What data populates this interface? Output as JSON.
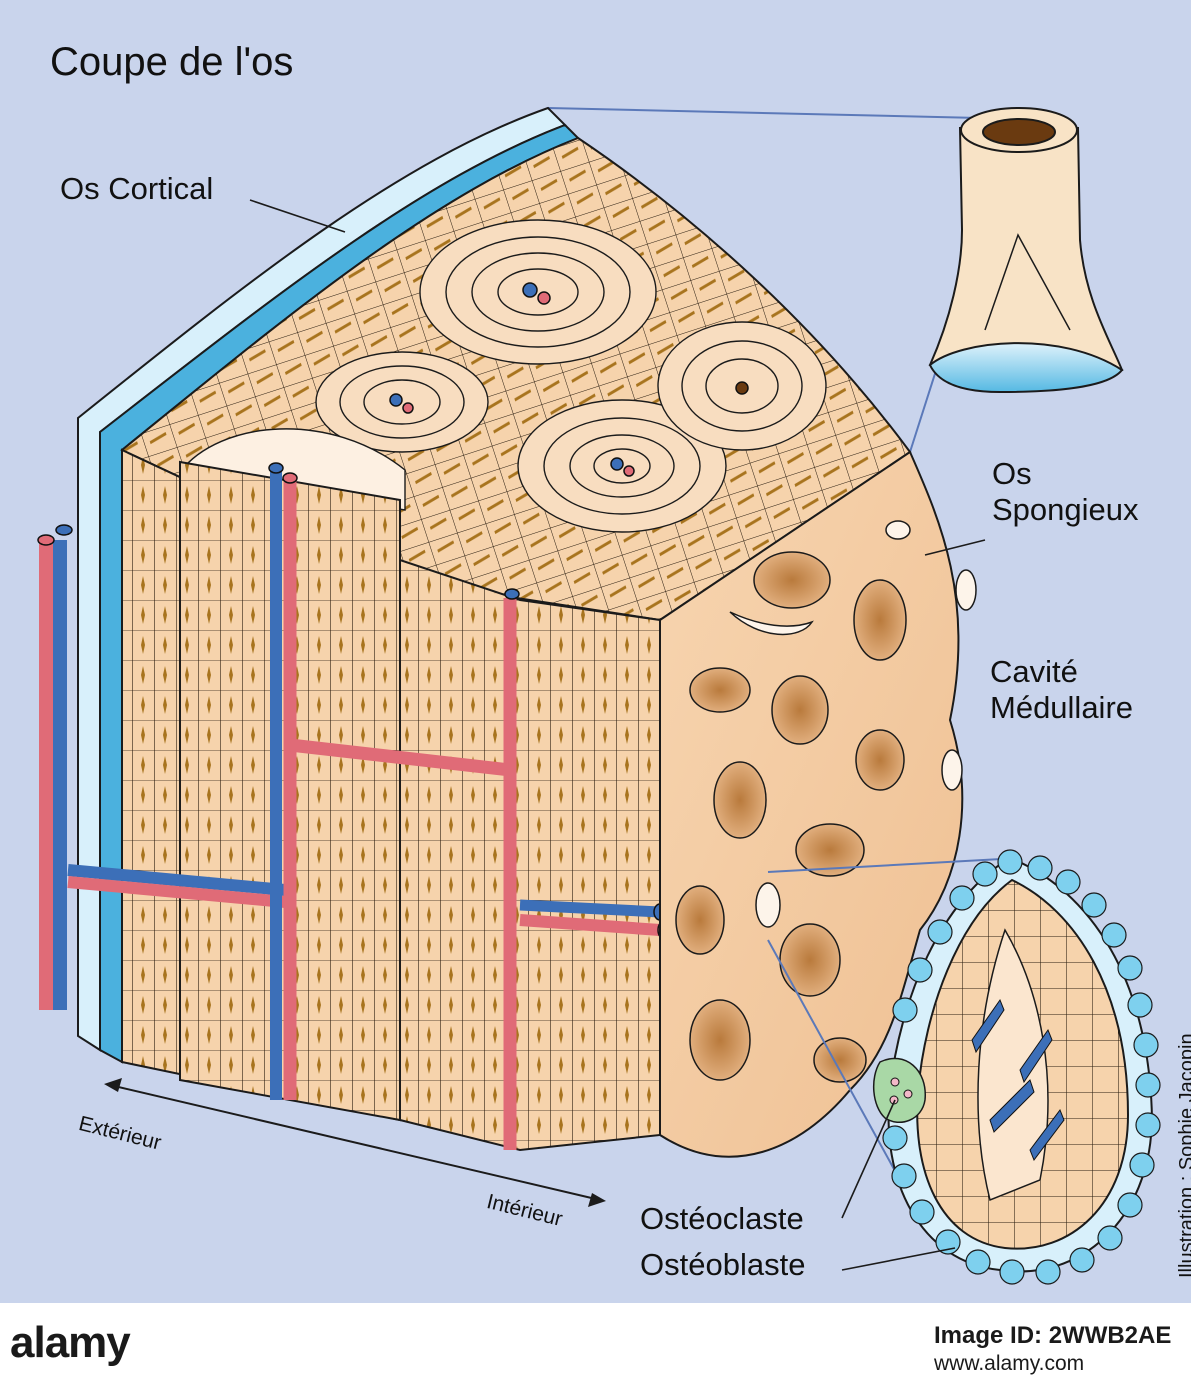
{
  "title": "Coupe de l'os",
  "labels": {
    "os_cortical": "Os Cortical",
    "os_spongieux_line1": "Os",
    "os_spongieux_line2": "Spongieux",
    "cavite_line1": "Cavité",
    "cavite_line2": "Médullaire",
    "osteoclaste": "Ostéoclaste",
    "osteoblaste": "Ostéoblaste",
    "exterieur": "Extérieur",
    "interieur": "Intérieur"
  },
  "credit": "Illustration : Sophie Jacopin",
  "watermark": {
    "brand": "alamy",
    "image_id": "Image ID: 2WWB2AE",
    "url": "www.alamy.com"
  },
  "colors": {
    "background": "#c9d4ec",
    "bone": "#f6d3ac",
    "bone_dark": "#e9b98b",
    "lacunae": "#a8741e",
    "periosteum": "#4bb1de",
    "artery": "#e06b77",
    "vein": "#3c6fb8"
  }
}
